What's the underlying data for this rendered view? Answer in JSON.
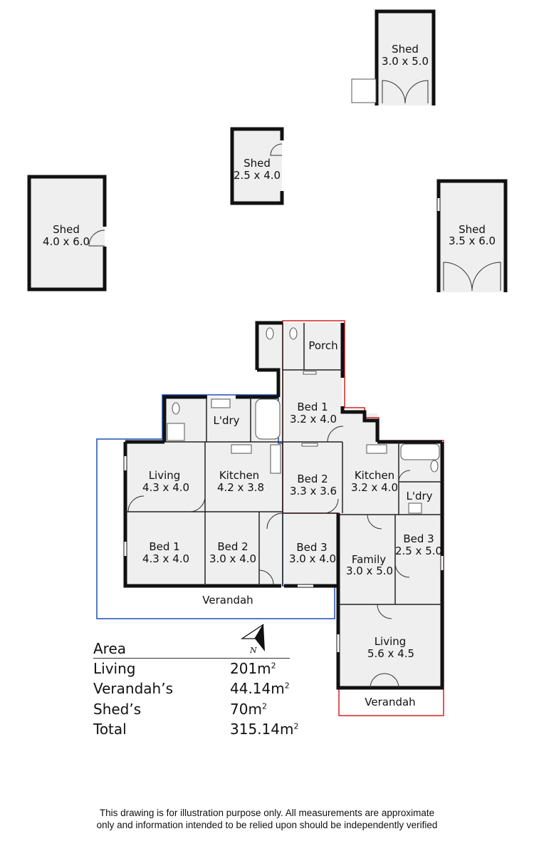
{
  "plan": {
    "sheds": [
      {
        "name": "Shed",
        "dims": "3.0 x 5.0"
      },
      {
        "name": "Shed",
        "dims": "2.5 x 4.0"
      },
      {
        "name": "Shed",
        "dims": "4.0 x 6.0"
      },
      {
        "name": "Shed",
        "dims": "3.5 x 6.0"
      }
    ],
    "west_house": {
      "ldry": {
        "name": "L'dry"
      },
      "living": {
        "name": "Living",
        "dims": "4.3 x 4.0"
      },
      "kitchen": {
        "name": "Kitchen",
        "dims": "4.2 x 3.8"
      },
      "bed1": {
        "name": "Bed 1",
        "dims": "4.3 x 4.0"
      },
      "bed2": {
        "name": "Bed 2",
        "dims": "3.0 x 4.0"
      },
      "verandah": {
        "name": "Verandah"
      }
    },
    "middle": {
      "porch": {
        "name": "Porch"
      },
      "bed1": {
        "name": "Bed 1",
        "dims": "3.2 x 4.0"
      },
      "bed2": {
        "name": "Bed 2",
        "dims": "3.3 x 3.6"
      },
      "bed3": {
        "name": "Bed 3",
        "dims": "3.0 x 4.0"
      }
    },
    "east_house": {
      "kitchen": {
        "name": "Kitchen",
        "dims": "3.2 x 4.0"
      },
      "ldry": {
        "name": "L'dry"
      },
      "bed3": {
        "name": "Bed 3",
        "dims": "2.5 x 5.0"
      },
      "family": {
        "name": "Family",
        "dims": "3.0 x 5.0"
      },
      "living": {
        "name": "Living",
        "dims": "5.6 x 4.5"
      },
      "verandah": {
        "name": "Verandah"
      }
    },
    "compass_letter": "N",
    "outline_colors": {
      "west": "#1f4fb5",
      "east": "#d42424",
      "wall": "#111111",
      "floor": "#efefef"
    }
  },
  "area_table": {
    "heading": "Area",
    "rows": [
      {
        "label": "Living",
        "value": "201m",
        "unit_exp": "2"
      },
      {
        "label": "Verandah’s",
        "value": "44.14m",
        "unit_exp": "2"
      },
      {
        "label": "Shed’s",
        "value": "70m",
        "unit_exp": "2"
      },
      {
        "label": "Total",
        "value": "315.14m",
        "unit_exp": "2"
      }
    ]
  },
  "disclaimer": "This drawing is for illustration purpose only. All measurements are approximate only and information intended to be relied upon should be independently verified"
}
